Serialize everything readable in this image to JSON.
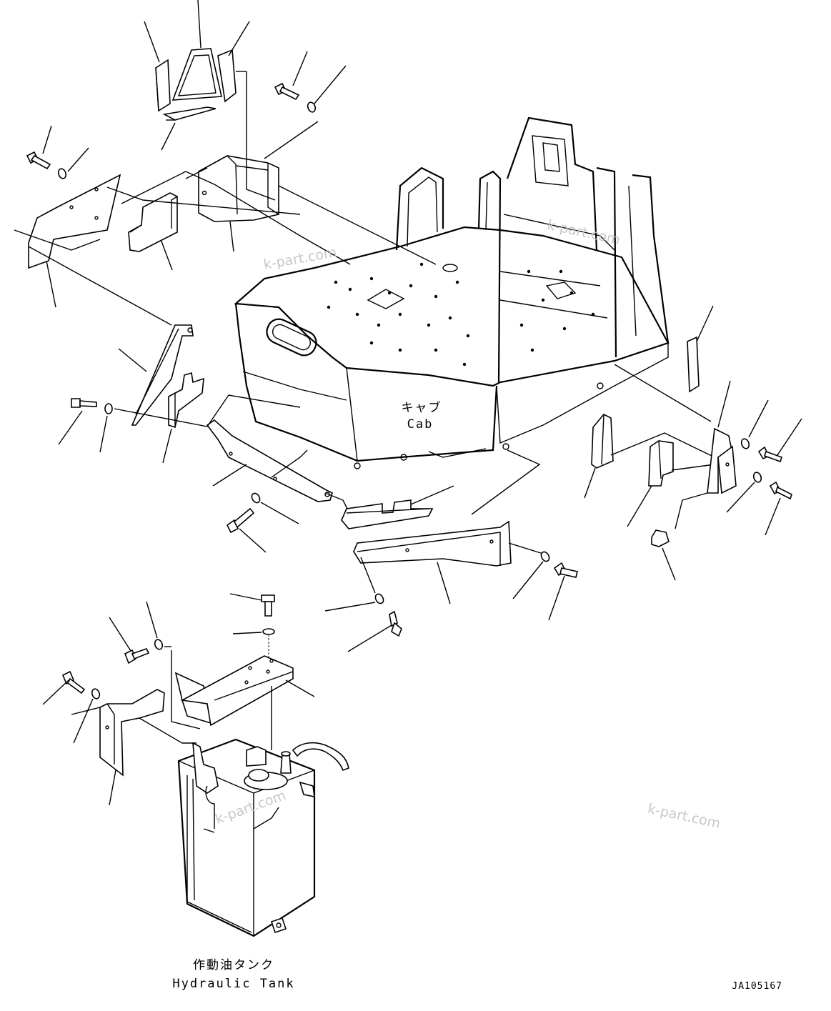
{
  "labels": {
    "cab_jp": "キャブ",
    "cab_en": "Cab",
    "tank_jp": "作動油タンク",
    "tank_en": "Hydraulic Tank",
    "drawing_code": "JA105167"
  },
  "watermarks": [
    "k-part.com",
    "k-part.com",
    "k-part.com",
    "k-part.com"
  ],
  "colors": {
    "line": "#000000",
    "background": "#ffffff",
    "watermark": "#c8c8c8"
  }
}
